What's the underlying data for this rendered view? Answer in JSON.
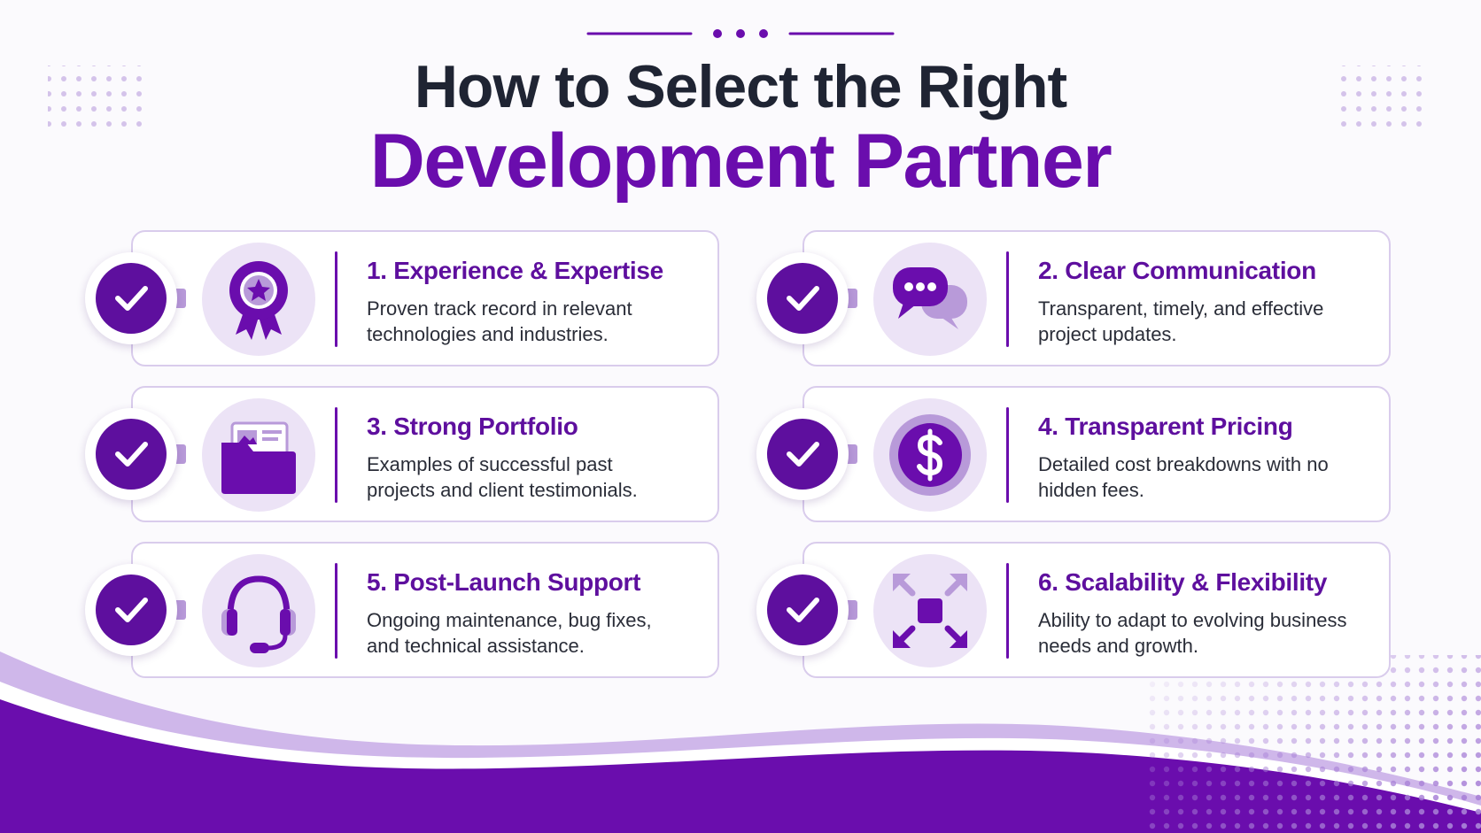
{
  "header": {
    "title_line1": "How to Select the Right",
    "title_line2": "Development Partner"
  },
  "colors": {
    "brand_purple": "#6a0dad",
    "dark_purple": "#5e0f9e",
    "light_purple": "#ece3f6",
    "title_dark": "#1f2433",
    "card_border": "#d9ccec"
  },
  "criteria": [
    {
      "title": "1. Experience & Expertise",
      "description": "Proven track record in relevant technologies and industries.",
      "icon": "award-ribbon-icon"
    },
    {
      "title": "2. Clear Communication",
      "description": "Transparent, timely, and effective project updates.",
      "icon": "chat-bubbles-icon"
    },
    {
      "title": "3. Strong Portfolio",
      "description": "Examples of successful past projects and client testimonials.",
      "icon": "folder-portfolio-icon"
    },
    {
      "title": "4. Transparent Pricing",
      "description": "Detailed cost breakdowns with no hidden fees.",
      "icon": "dollar-coin-icon"
    },
    {
      "title": "5. Post-Launch Support",
      "description": "Ongoing maintenance, bug fixes, and technical assistance.",
      "icon": "headset-icon"
    },
    {
      "title": "6. Scalability & Flexibility",
      "description": "Ability to adapt to evolving business needs and growth.",
      "icon": "expand-arrows-icon"
    }
  ]
}
